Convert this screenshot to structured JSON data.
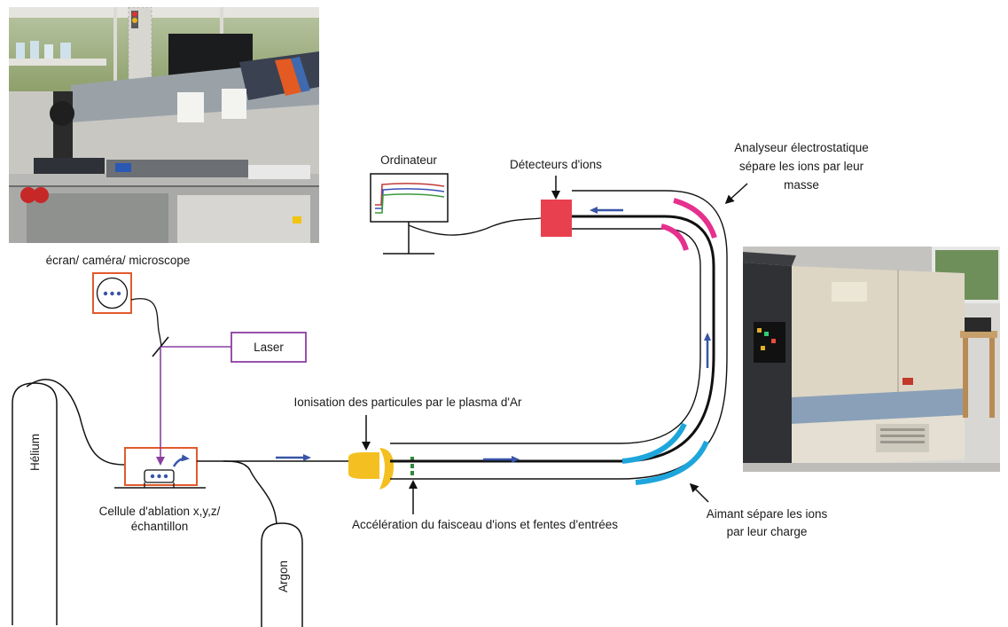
{
  "labels": {
    "ordinateur": "Ordinateur",
    "detecteurs": "Détecteurs d'ions",
    "analyseur": [
      "Analyseur électrostatique",
      "sépare les ions par leur",
      "masse"
    ],
    "ecran": "écran/ caméra/ microscope",
    "laser": "Laser",
    "helium": "Hélium",
    "argon": "Argon",
    "ionisation": "Ionisation des particules par le plasma d'Ar",
    "cellule": [
      "Cellule d'ablation x,y,z/",
      "échantillon"
    ],
    "acceleration": "Accélération du faisceau d'ions et fentes d'entrées",
    "aimant": [
      "Aimant sépare les ions",
      "par leur charge"
    ]
  },
  "photos": {
    "lab_setup": "laboratory-setup-photo",
    "mass_spectrometer": "mass-spectrometer-photo"
  },
  "colors": {
    "magnet": "#1ea6dc",
    "electrostatic": "#e6308e",
    "detector": "#e8404e",
    "ion_arrow": "#3955a8",
    "laser_beam": "#8a3fa0",
    "box_orange": "#e25a2c",
    "plasma": "#f4c021",
    "slit": "#2f8a3a",
    "screen_traces": [
      "#c23a3a",
      "#3a4fb8",
      "#3a9a3a"
    ]
  }
}
